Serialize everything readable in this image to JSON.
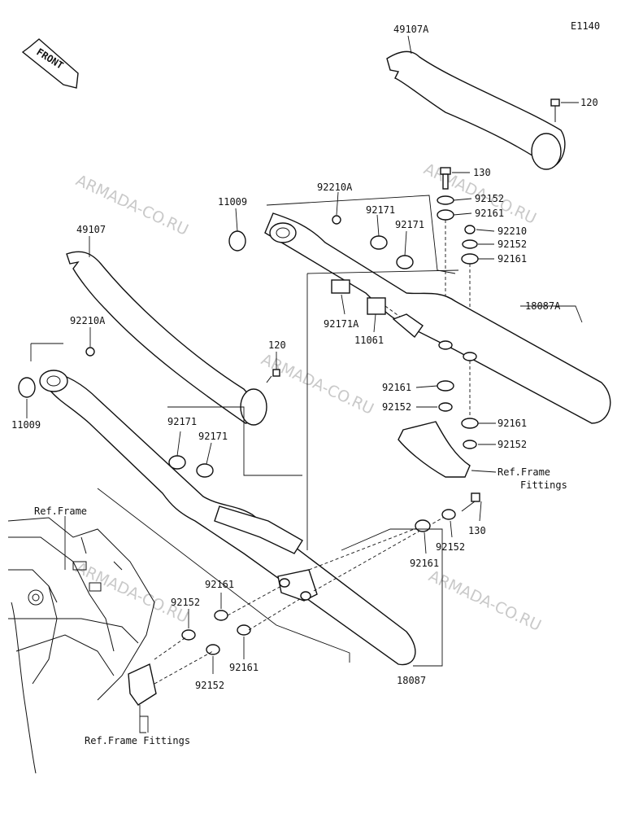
{
  "diagram_code": "E1140",
  "watermark": "ARMADA-CO.RU",
  "front_label": "FRONT",
  "labels": {
    "p49107A": "49107A",
    "p120_top": "120",
    "p130_top": "130",
    "p92152_a": "92152",
    "p92161_a": "92161",
    "p92210": "92210",
    "p92152_b": "92152",
    "p92161_b": "92161",
    "p18087A": "18087A",
    "p92210A_top": "92210A",
    "p11009_top": "11009",
    "p92171_a": "92171",
    "p92171_b": "92171",
    "p92171A": "92171A",
    "p11061": "11061",
    "p49107": "49107",
    "p92210A_left": "92210A",
    "p120_left": "120",
    "p11009_left": "11009",
    "p92171_c": "92171",
    "p92171_d": "92171",
    "p92161_c": "92161",
    "p92152_c": "92152",
    "p92161_d": "92161",
    "p92152_d": "92152",
    "ref_frame_fittings_right_1": "Ref.Frame",
    "ref_frame_fittings_right_2": "Fittings",
    "p130_right": "130",
    "p92152_e": "92152",
    "p92161_e": "92161",
    "ref_frame": "Ref.Frame",
    "p92161_f": "92161",
    "p92152_f": "92152",
    "p92161_g": "92161",
    "p92152_g": "92152",
    "p18087": "18087",
    "ref_frame_fittings_bottom": "Ref.Frame Fittings"
  }
}
